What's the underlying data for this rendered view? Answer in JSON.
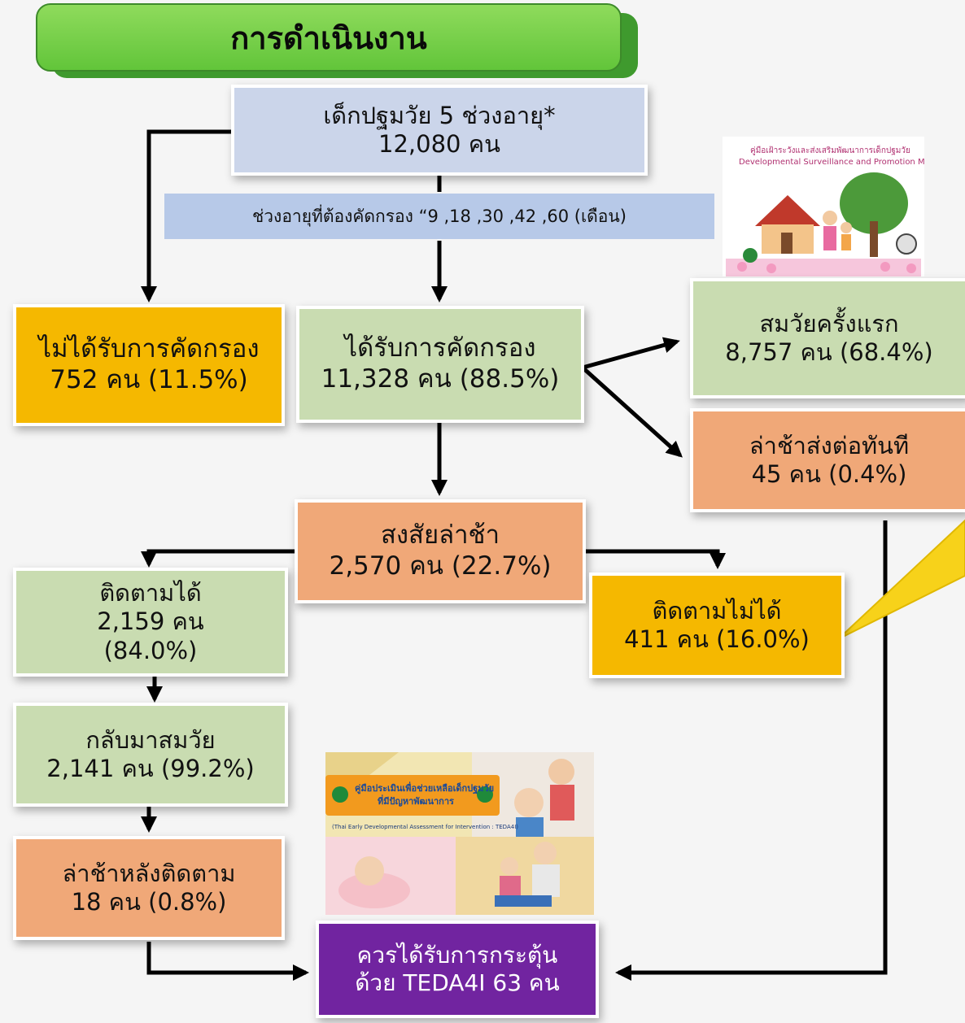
{
  "header": {
    "title": "การดำเนินงาน"
  },
  "age_note": "ช่วงอายุที่ต้องคัดกรอง “9 ,18 ,30 ,42 ,60 (เดือน)",
  "nodes": {
    "total": {
      "line1": "เด็กปฐมวัย 5 ช่วงอายุ*",
      "line2": "12,080 คน"
    },
    "not_screened": {
      "line1": "ไม่ได้รับการคัดกรอง",
      "line2": "752 คน (11.5%)"
    },
    "screened": {
      "line1": "ได้รับการคัดกรอง",
      "line2": "11,328 คน (88.5%)"
    },
    "normal_first": {
      "line1": "สมวัยครั้งแรก",
      "line2": "8,757 คน (68.4%)"
    },
    "delay_refer": {
      "line1": "ล่าช้าส่งต่อทันที",
      "line2": "45 คน (0.4%)"
    },
    "suspected": {
      "line1": "สงสัยล่าช้า",
      "line2": "2,570 คน (22.7%)"
    },
    "followed": {
      "line1": "ติดตามได้",
      "line2": "2,159 คน",
      "line3": "(84.0%)"
    },
    "not_followed": {
      "line1": "ติดตามไม่ได้",
      "line2": "411 คน (16.0%)"
    },
    "back_normal": {
      "line1": "กลับมาสมวัย",
      "line2": "2,141 คน (99.2%)"
    },
    "delay_after": {
      "line1": "ล่าช้าหลังติดตาม",
      "line2": "18 คน (0.8%)"
    },
    "teda": {
      "line1": "ควรได้รับการกระตุ้น",
      "line2": "ด้วย TEDA4I  63 คน"
    }
  },
  "images": {
    "manual_cover": {
      "title": "คู่มือเฝ้าระวังและส่งเสริมพัฒนาการเด็กปฐมวัย",
      "subtitle": "Developmental Surveillance and Promotion Manual (DSPM)"
    },
    "teda_cover": {
      "title": "คู่มือประเมินเพื่อช่วยเหลือเด็กปฐมวัย",
      "title2": "ที่มีปัญหาพัฒนาการ",
      "subtitle": "(Thai Early Developmental Assessment for Intervention : TEDA4I)"
    }
  },
  "colors": {
    "title_green": "#62c53a",
    "blue": "#cbd5ea",
    "green": "#c9dcb1",
    "orange": "#f0a878",
    "yellow": "#f5b800",
    "purple": "#7124a0"
  }
}
